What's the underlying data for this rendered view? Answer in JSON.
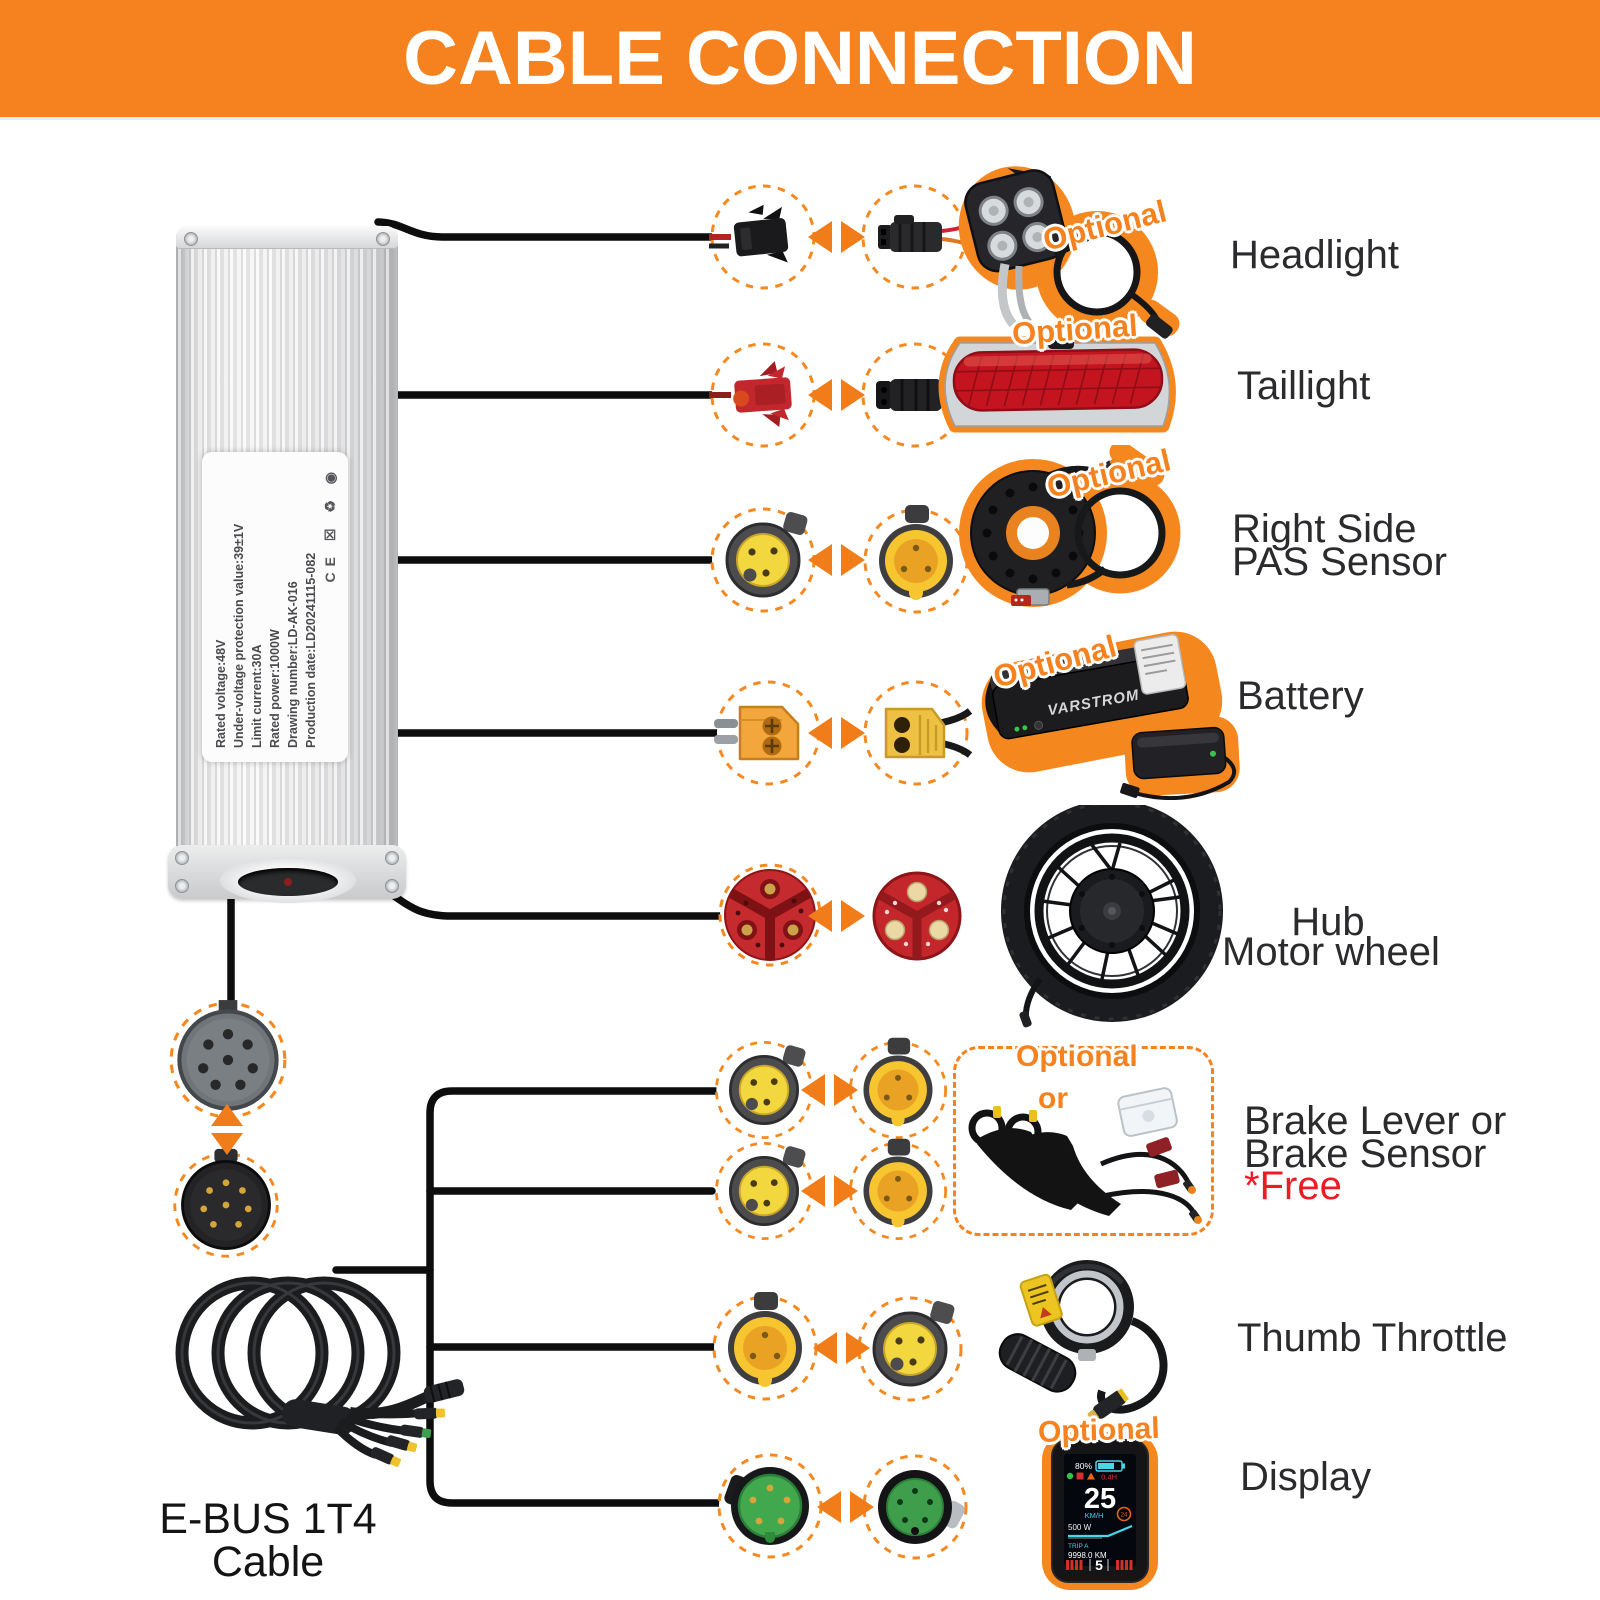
{
  "header": {
    "title": "CABLE CONNECTION"
  },
  "controller": {
    "label_lines": [
      "Rated voltage:48V",
      "Under-voltage protection value:39±1V",
      "Limit current:30A",
      "Rated power:1000W",
      "Drawing number:LD-AK-016",
      "Production date:LD20241115-082"
    ],
    "cert_marks": "CE ☒ ♻ ◉"
  },
  "labels": {
    "headlight": "Headlight",
    "taillight": "Taillight",
    "pas1": "Right Side",
    "pas2": "PAS Sensor",
    "battery": "Battery",
    "hub1": "Hub",
    "hub2": "Motor wheel",
    "brake1": "Brake Lever or",
    "brake2": "Brake Sensor",
    "brake_free": "*Free",
    "throttle": "Thumb Throttle",
    "display": "Display",
    "ebus": "E-BUS 1T4 Cable"
  },
  "badges": {
    "optional": "Optional",
    "or": "or"
  },
  "battery_brand": "VARSTROM",
  "display_screen": {
    "battery_pct": "80%",
    "time": "0.4H",
    "speed": "25",
    "speed_unit": "KM/H",
    "speed_limit": "24",
    "power": "500 W",
    "trip_label": "TRIP A",
    "trip_value": "9998.0 KM",
    "assist_level": "5"
  },
  "icons": {
    "connect_arrows": "left-right-orange-triangles",
    "swap_arrows": "up-down-orange-triangles"
  },
  "colors": {
    "accent": "#F5821F",
    "line": "#0D0D0D",
    "free_text": "#ED1C24",
    "screen_cyan": "#49D6E8",
    "screen_red": "#D23026"
  }
}
